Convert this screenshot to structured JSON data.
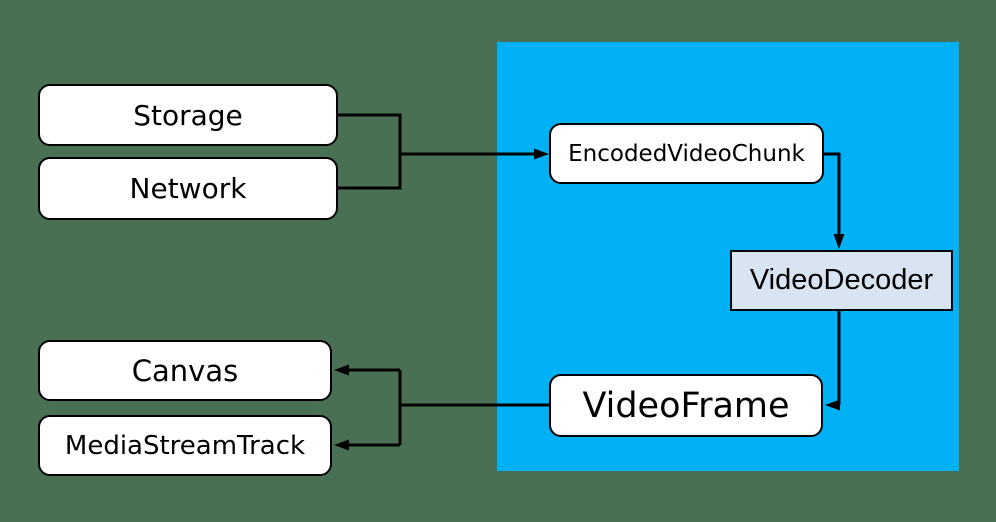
{
  "diagram": {
    "background_color": "#4A7054",
    "decode_region": {
      "description": "highlighted decoder pipeline region",
      "color": "#00B2F5"
    },
    "nodes": {
      "storage": {
        "label": "Storage",
        "fill": "#FFFFFF"
      },
      "network": {
        "label": "Network",
        "fill": "#FFFFFF"
      },
      "encoded_video_chunk": {
        "label": "EncodedVideoChunk",
        "fill": "#FFFFFF"
      },
      "video_decoder": {
        "label": "VideoDecoder",
        "fill": "#D9E4F3"
      },
      "video_frame": {
        "label": "VideoFrame",
        "fill": "#FFFFFF"
      },
      "canvas": {
        "label": "Canvas",
        "fill": "#FFFFFF"
      },
      "media_stream_track": {
        "label": "MediaStreamTrack",
        "fill": "#FFFFFF"
      }
    },
    "edges": [
      {
        "from": "storage",
        "to": "encoded_video_chunk"
      },
      {
        "from": "network",
        "to": "encoded_video_chunk"
      },
      {
        "from": "encoded_video_chunk",
        "to": "video_decoder"
      },
      {
        "from": "video_decoder",
        "to": "video_frame"
      },
      {
        "from": "video_frame",
        "to": "canvas"
      },
      {
        "from": "video_frame",
        "to": "media_stream_track"
      }
    ],
    "line_color": "#000000"
  }
}
